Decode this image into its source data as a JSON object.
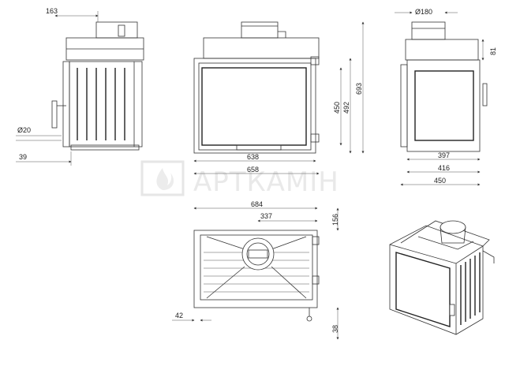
{
  "watermark": {
    "text": "АРТКАМІН",
    "icon": "fire-logo-icon"
  },
  "dimensions": {
    "side_left": {
      "top": "163",
      "pipe": "Ø20",
      "bottom": "39"
    },
    "front": {
      "width_inner": "638",
      "width_outer": "658",
      "glass_h": "450",
      "body_h": "492",
      "total_h": "693"
    },
    "side_right": {
      "flue": "Ø180",
      "collar": "81",
      "w1": "397",
      "w2": "416",
      "w3": "450"
    },
    "top_view": {
      "width": "684",
      "center": "337",
      "depth": "156",
      "left": "42",
      "bottom": "38"
    }
  }
}
